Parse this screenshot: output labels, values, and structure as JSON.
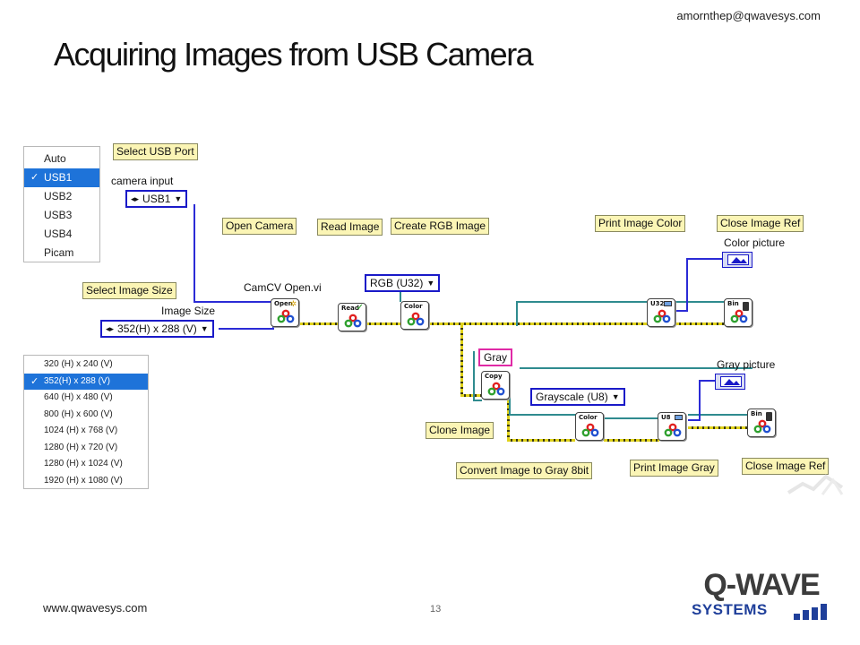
{
  "header": {
    "email": "amornthep@qwavesys.com",
    "title": "Acquiring Images from USB Camera"
  },
  "footer": {
    "url": "www.qwavesys.com",
    "page_number": "13"
  },
  "usb_port_menu": {
    "options": [
      "Auto",
      "USB1",
      "USB2",
      "USB3",
      "USB4",
      "Picam"
    ],
    "selected": "USB1"
  },
  "image_size_menu": {
    "options": [
      "320 (H)  x 240 (V)",
      "352(H)  x 288 (V)",
      "640 (H)  x 480 (V)",
      "800 (H)  x 600 (V)",
      "1024 (H) x 768 (V)",
      "1280 (H) x 720 (V)",
      "1280 (H) x 1024 (V)",
      "1920 (H) x 1080 (V)"
    ],
    "selected": "352(H)  x 288 (V)"
  },
  "diagram": {
    "notes": {
      "select_usb_port": "Select USB Port",
      "open_camera": "Open Camera",
      "read_image": "Read Image",
      "create_rgb_image": "Create RGB Image",
      "print_image_color": "Print Image Color",
      "close_image_ref_top": "Close Image Ref",
      "select_image_size": "Select Image Size",
      "clone_image": "Clone Image",
      "convert_image_to_gray": "Convert Image to Gray 8bit",
      "print_image_gray": "Print Image Gray",
      "close_image_ref_bottom": "Close Image Ref"
    },
    "labels": {
      "camera_input": "camera input",
      "camcv_open": "CamCV Open.vi",
      "image_size": "Image Size",
      "color_picture": "Color picture",
      "gray_picture": "Gray picture"
    },
    "controls": {
      "camera_input_value": "USB1",
      "image_size_value": "352(H)   x  288 (V)",
      "rgb_type": "RGB (U32)",
      "gray_name": "Gray",
      "grayscale_type": "Grayscale (U8)"
    },
    "vi_labels": {
      "open": "Open",
      "read": "Read",
      "color": "Color",
      "copy": "Copy",
      "u32": "U32",
      "u8": "U8",
      "bin": "Bin"
    }
  },
  "logo": {
    "line1": "Q-WAVE",
    "line2": "SYSTEMS"
  },
  "colors": {
    "wire_blue": "#2b2bd6",
    "wire_teal": "#2f8b8f",
    "wire_yellow": "#e0d21a",
    "menu_highlight": "#1e73d9",
    "note_bg": "#fbf5b5",
    "logo_blue": "#1f3f9a"
  }
}
